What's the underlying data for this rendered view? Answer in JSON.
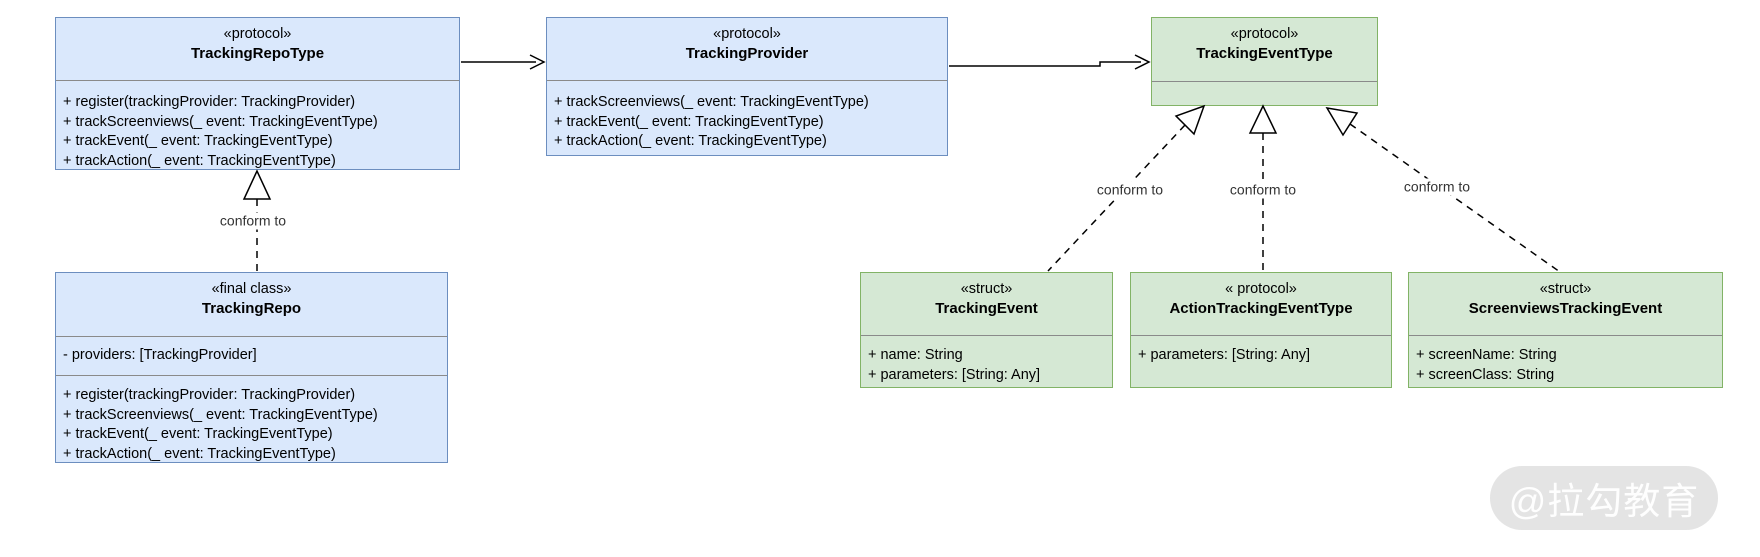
{
  "diagram": {
    "labels": {
      "conform_to": "conform to"
    },
    "colors": {
      "blue_fill": "#dae8fc",
      "blue_stroke": "#6c8ebf",
      "green_fill": "#d5e8d4",
      "green_stroke": "#82b366",
      "divider": "#8a8a8a",
      "connector": "#000000"
    },
    "classes": {
      "trackingRepoType": {
        "stereotype": "«protocol»",
        "name": "TrackingRepoType",
        "methods": [
          "+ register(trackingProvider: TrackingProvider)",
          "+ trackScreenviews(_ event: TrackingEventType)",
          "+ trackEvent(_ event: TrackingEventType)",
          "+ trackAction(_ event: TrackingEventType)"
        ]
      },
      "trackingProvider": {
        "stereotype": "«protocol»",
        "name": "TrackingProvider",
        "methods": [
          "+ trackScreenviews(_ event: TrackingEventType)",
          "+ trackEvent(_ event: TrackingEventType)",
          "+ trackAction(_ event: TrackingEventType)"
        ]
      },
      "trackingEventType": {
        "stereotype": "«protocol»",
        "name": "TrackingEventType"
      },
      "trackingRepo": {
        "stereotype": "«final class»",
        "name": "TrackingRepo",
        "attributes": [
          "- providers: [TrackingProvider]"
        ],
        "methods": [
          "+ register(trackingProvider: TrackingProvider)",
          "+ trackScreenviews(_ event: TrackingEventType)",
          "+ trackEvent(_ event: TrackingEventType)",
          "+ trackAction(_ event: TrackingEventType)"
        ]
      },
      "trackingEvent": {
        "stereotype": "«struct»",
        "name": "TrackingEvent",
        "attributes": [
          "+ name: String",
          "+ parameters: [String: Any]"
        ]
      },
      "actionTrackingEventType": {
        "stereotype": "« protocol»",
        "name": "ActionTrackingEventType",
        "attributes": [
          "+ parameters: [String: Any]"
        ]
      },
      "screenviewsTrackingEvent": {
        "stereotype": "«struct»",
        "name": "ScreenviewsTrackingEvent",
        "attributes": [
          "+ screenName: String",
          "+ screenClass: String"
        ]
      }
    },
    "watermark": "@拉勾教育"
  }
}
